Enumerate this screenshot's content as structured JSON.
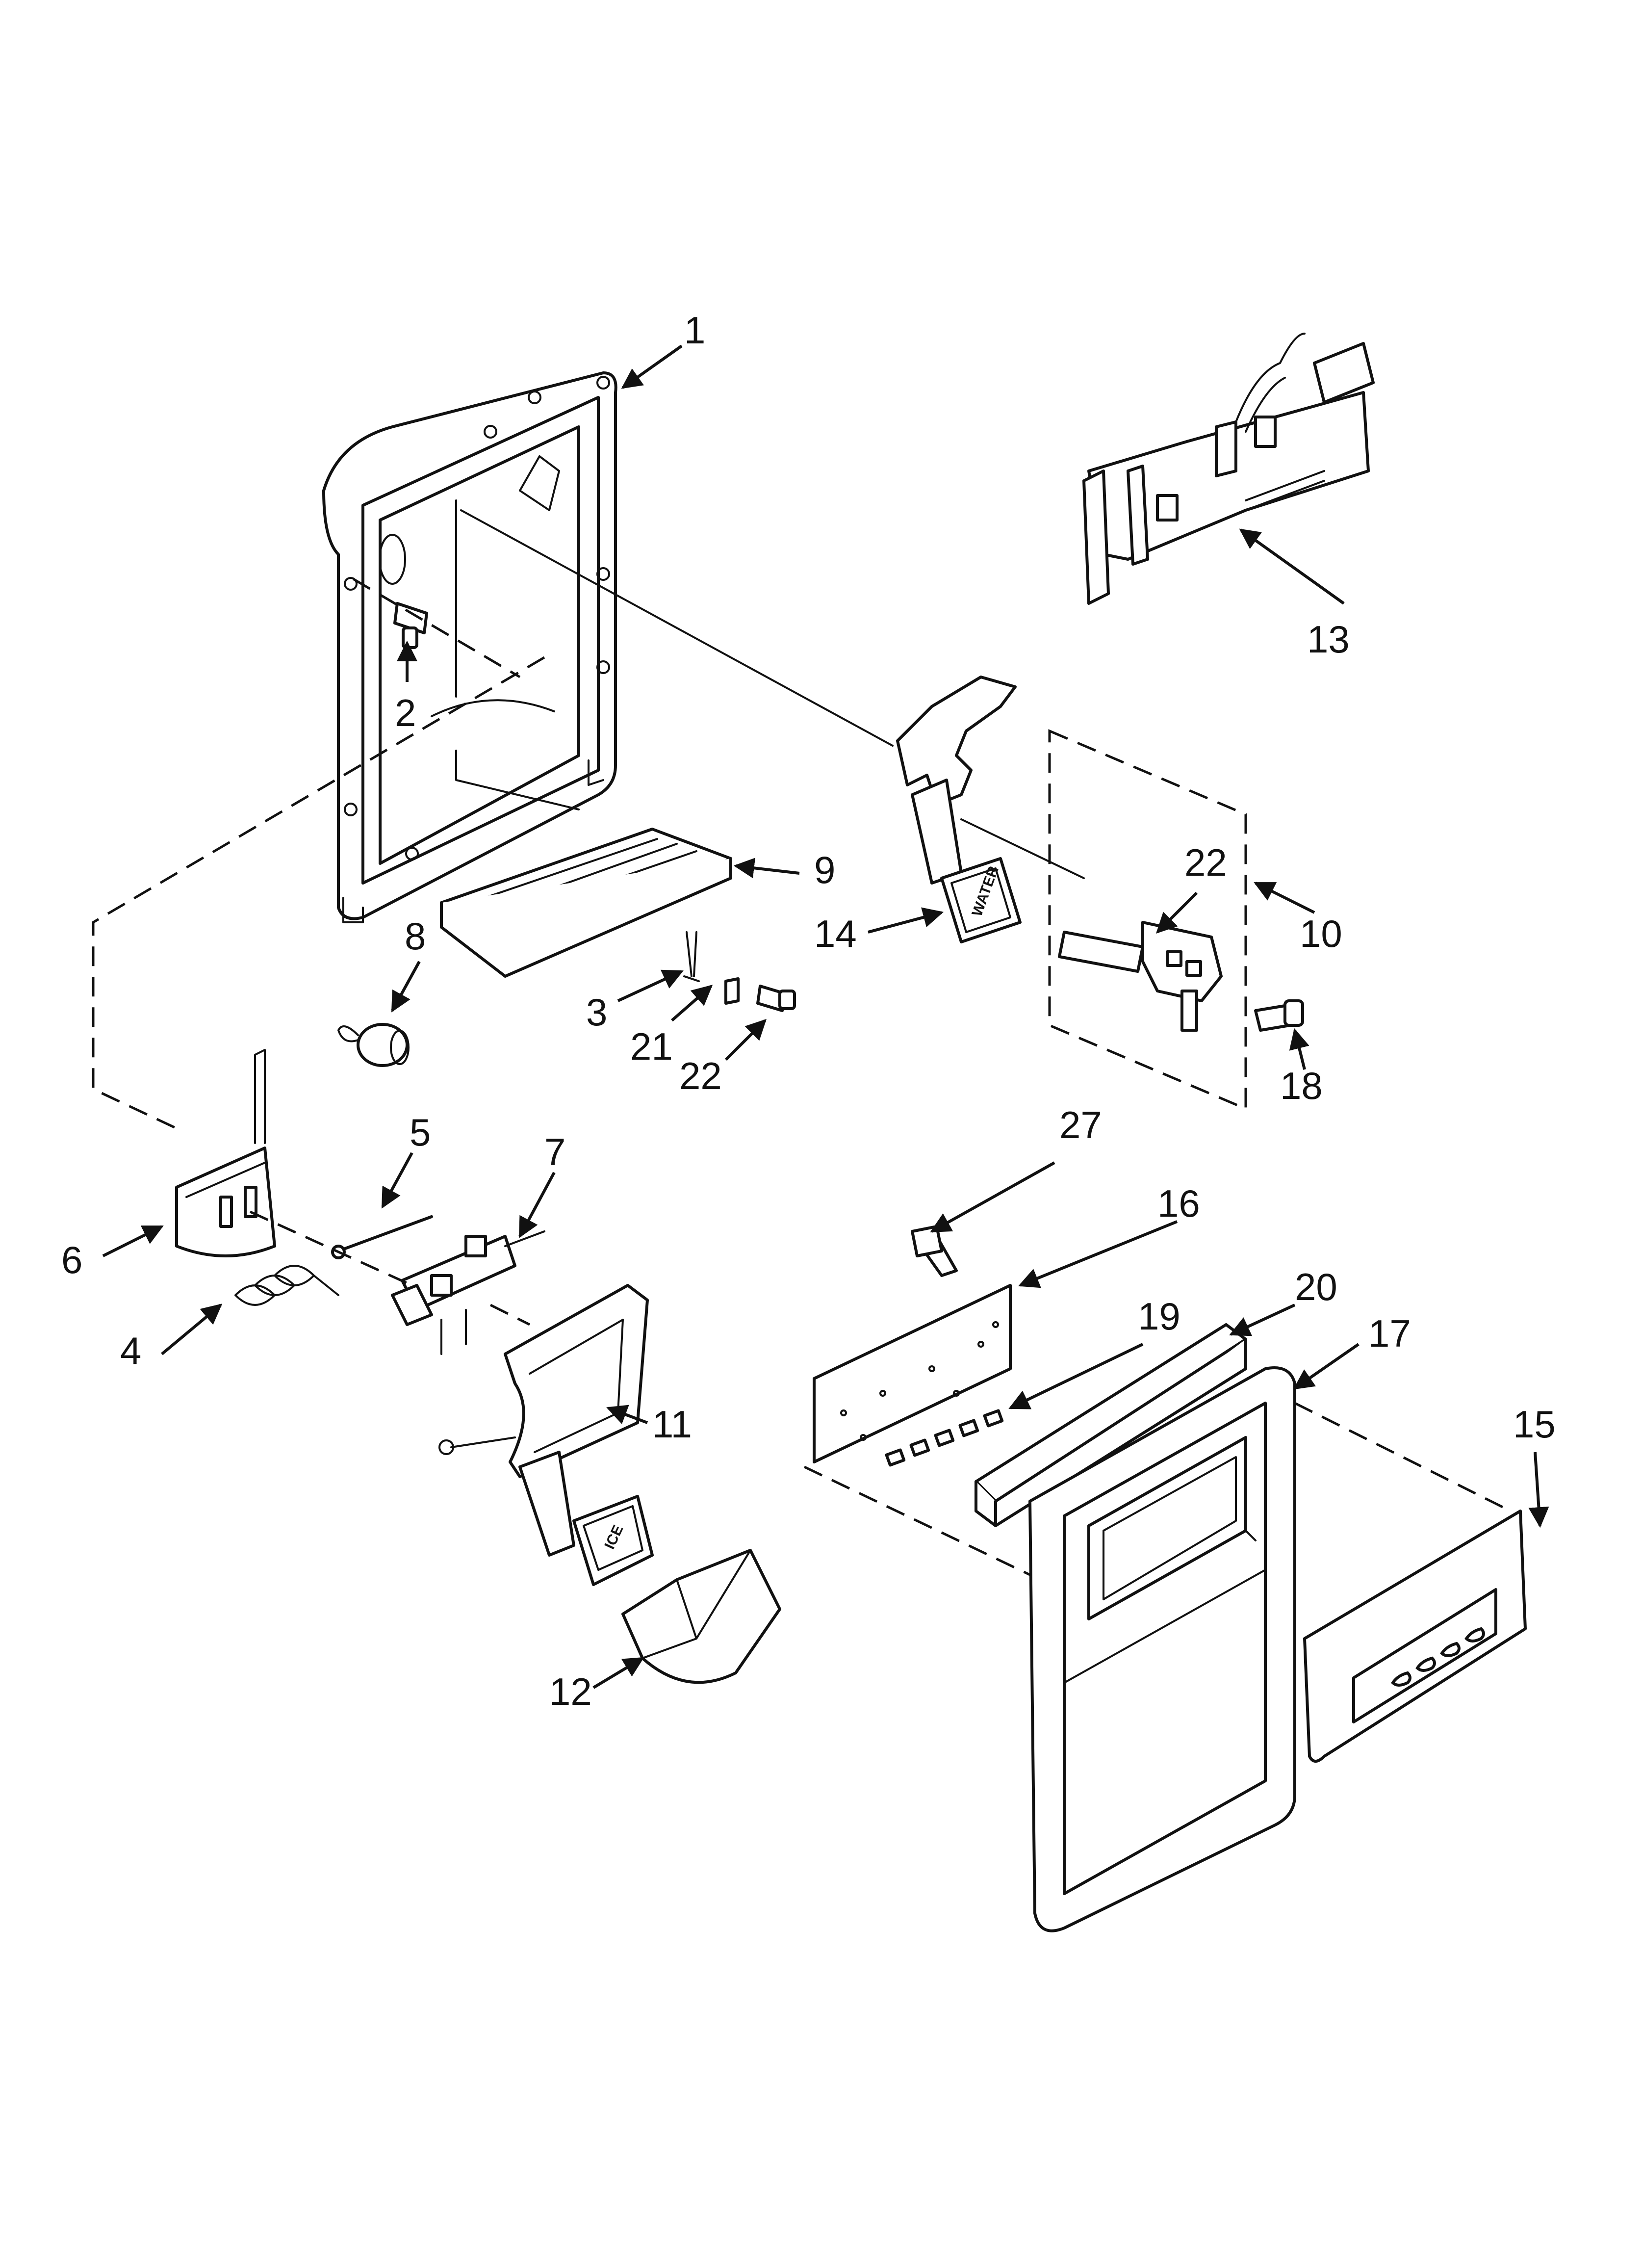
{
  "callouts": {
    "c1": "1",
    "c2": "2",
    "c3": "3",
    "c4": "4",
    "c5": "5",
    "c6": "6",
    "c7": "7",
    "c8": "8",
    "c9": "9",
    "c10": "10",
    "c11": "11",
    "c12": "12",
    "c13": "13",
    "c14": "14",
    "c15": "15",
    "c16": "16",
    "c17": "17",
    "c18": "18",
    "c19": "19",
    "c20": "20",
    "c21": "21",
    "c22a": "22",
    "c22b": "22",
    "c27": "27"
  },
  "paddle_labels": {
    "water": "WATER",
    "ice": "ICE"
  }
}
